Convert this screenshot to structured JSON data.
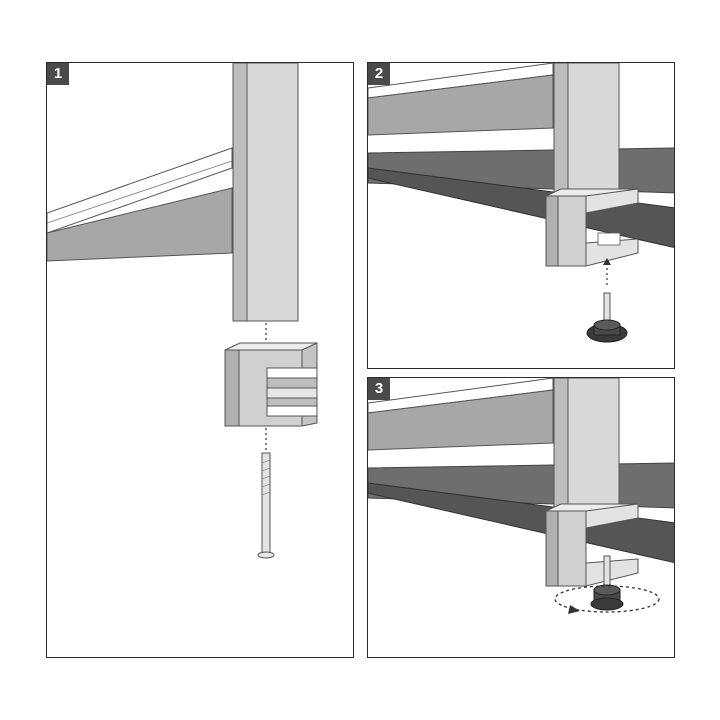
{
  "steps": [
    {
      "number": "1"
    },
    {
      "number": "2"
    },
    {
      "number": "3"
    }
  ],
  "colors": {
    "frame": "#2b2b2b",
    "badge": "#4a4a4a",
    "metal_light": "#d9d9d9",
    "metal_mid": "#bdbdbd",
    "metal_dark": "#9e9e9e",
    "tabletop_dark": "#6e6e6e",
    "knob": "#3a3a3a"
  }
}
